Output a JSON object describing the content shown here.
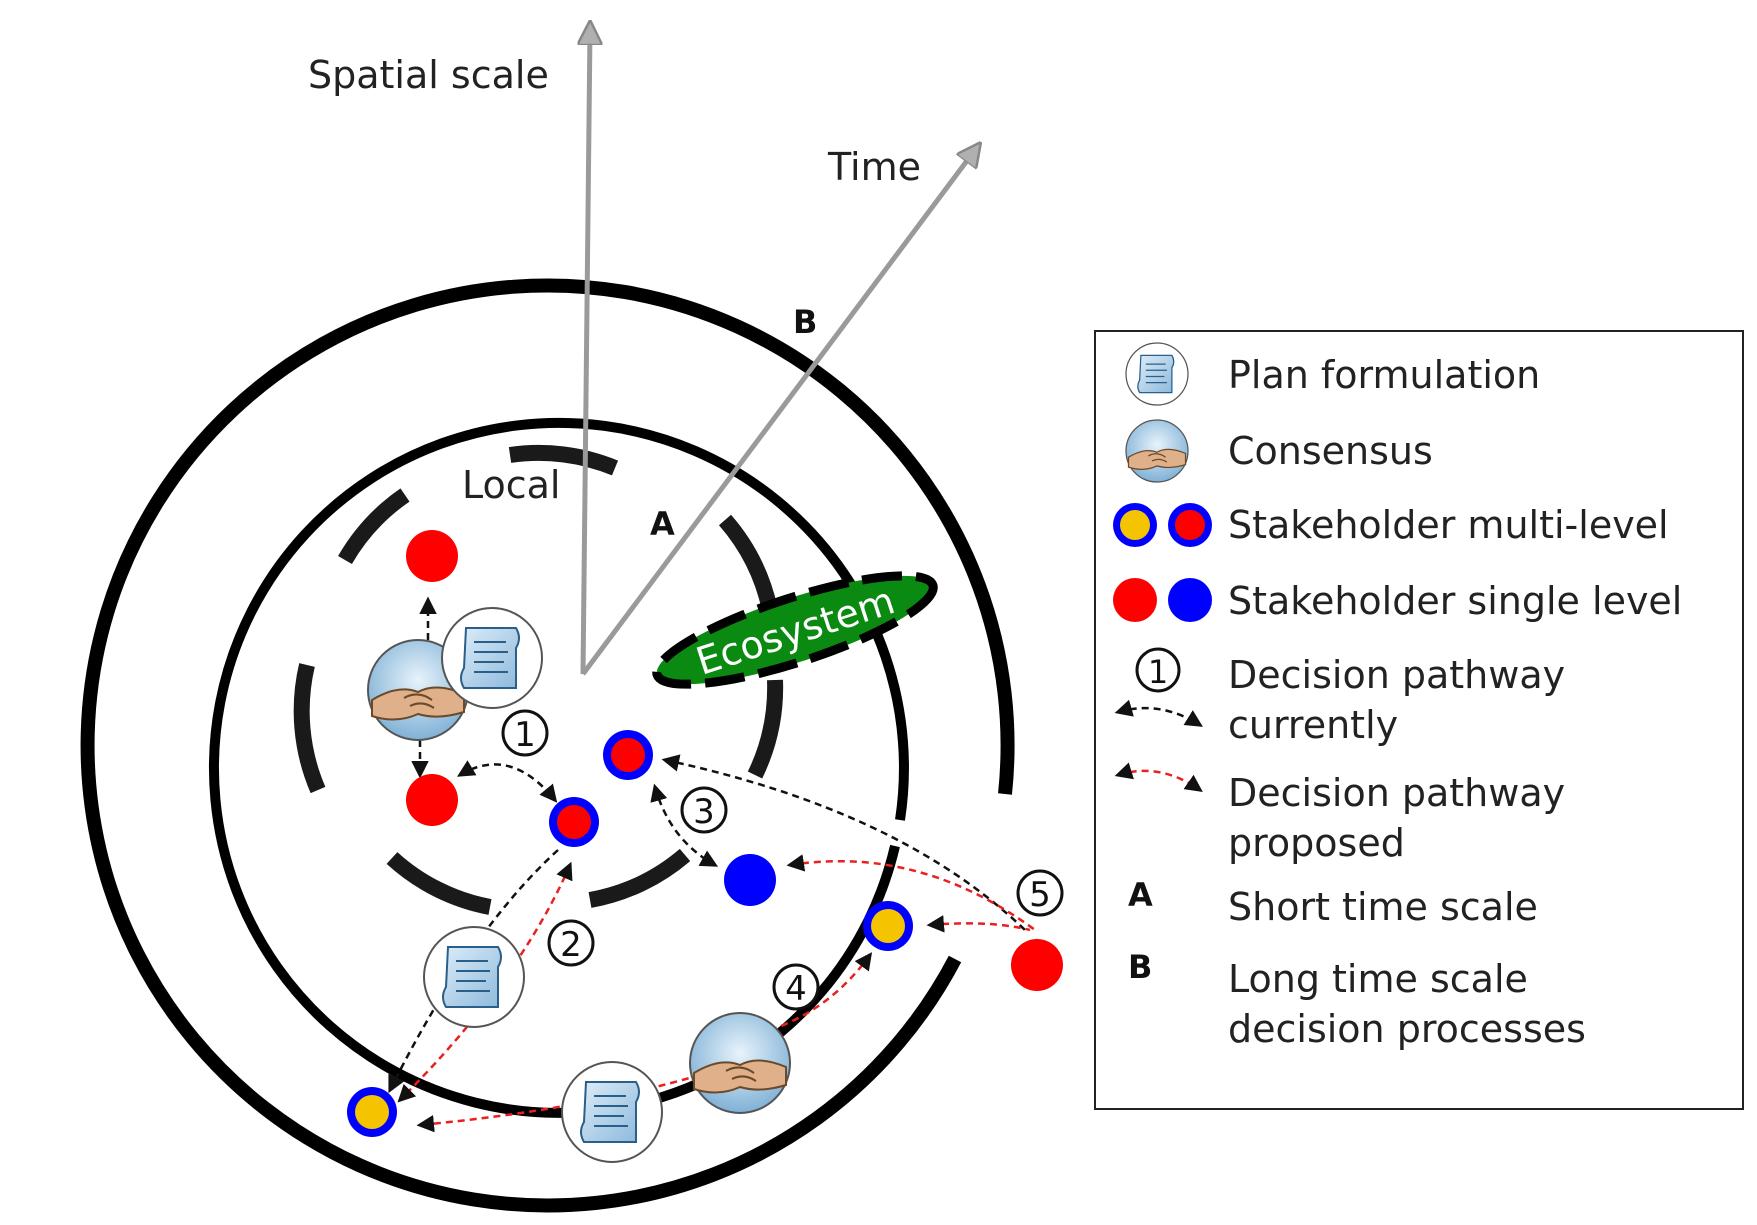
{
  "axes": {
    "spatial_scale": "Spatial scale",
    "time": "Time"
  },
  "regions": {
    "local": "Local",
    "ecosystem": "Ecosystem"
  },
  "markers": {
    "short": "A",
    "long": "B"
  },
  "pathway_numbers": [
    "1",
    "2",
    "3",
    "4",
    "5"
  ],
  "legend": {
    "items": [
      {
        "icon": "plan-formulation-icon",
        "label": "Plan formulation"
      },
      {
        "icon": "consensus-icon",
        "label": "Consensus"
      },
      {
        "icon": "stakeholder-multi-level-icon",
        "label": "Stakeholder multi-level"
      },
      {
        "icon": "stakeholder-single-level-icon",
        "label": "Stakeholder single level"
      },
      {
        "icon": "decision-pathway-currently-icon",
        "label": "Decision pathway currently",
        "number": "1"
      },
      {
        "icon": "decision-pathway-proposed-icon",
        "label": "Decision pathway proposed"
      },
      {
        "icon": "short-time-scale-icon",
        "label": "Short time scale",
        "key": "A"
      },
      {
        "icon": "long-time-scale-icon",
        "label": "Long time scale decision processes",
        "key": "B"
      }
    ]
  },
  "colors": {
    "stakeholder_red": "#ff0000",
    "stakeholder_blue": "#0000ff",
    "stakeholder_yellow": "#f5c400",
    "ecosystem_green": "#0b8a12",
    "current_path": "#111111",
    "proposed_path": "#e82020",
    "axis_gray": "#9a9a9a"
  }
}
